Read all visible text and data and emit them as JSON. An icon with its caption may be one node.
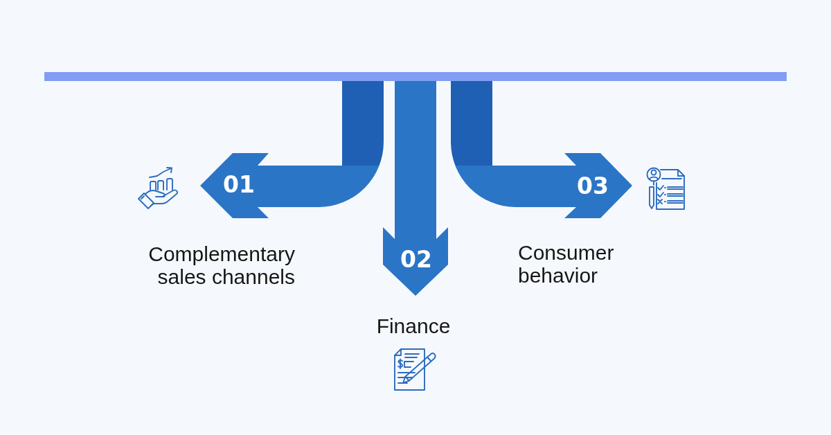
{
  "diagram": {
    "nodes": [
      {
        "text": [
          "01"
        ],
        "beside": [
          "Complementary sales channels"
        ]
      },
      {
        "text": [
          "02"
        ],
        "beside": [
          "Finance"
        ]
      },
      {
        "text": [
          "03"
        ],
        "beside": [
          "Consumer behavior"
        ]
      }
    ]
  }
}
